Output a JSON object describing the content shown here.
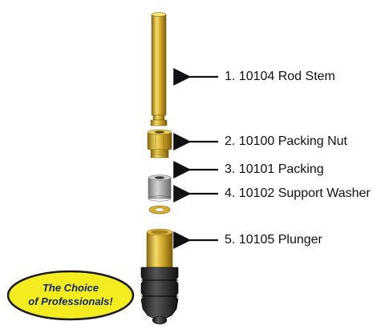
{
  "parts": [
    {
      "number": "1.",
      "part_no": "10104",
      "name": "Rod Stem",
      "label": "1. 10104 Rod Stem"
    },
    {
      "number": "2.",
      "part_no": "10100",
      "name": "Packing Nut",
      "label": "2. 10100 Packing Nut"
    },
    {
      "number": "3.",
      "part_no": "10101",
      "name": "Packing",
      "label": "3. 10101 Packing"
    },
    {
      "number": "4.",
      "part_no": "10102",
      "name": "Support Washer",
      "label": "4. 10102 Support Washer"
    },
    {
      "number": "5.",
      "part_no": "10105",
      "name": "Plunger",
      "label": "5. 10105 Plunger"
    }
  ],
  "badge": {
    "line1": "The Choice",
    "line2": "of Professionals!"
  },
  "colors": {
    "brass": "#c9a227",
    "brass_light": "#f2dc6a",
    "brass_dark": "#8a6a10",
    "washer_gray": "#a9a9a9",
    "rubber_black": "#2a2a2a",
    "badge_fill": "#f5ec1f",
    "badge_text": "#102a6b",
    "arrow": "#111111"
  }
}
